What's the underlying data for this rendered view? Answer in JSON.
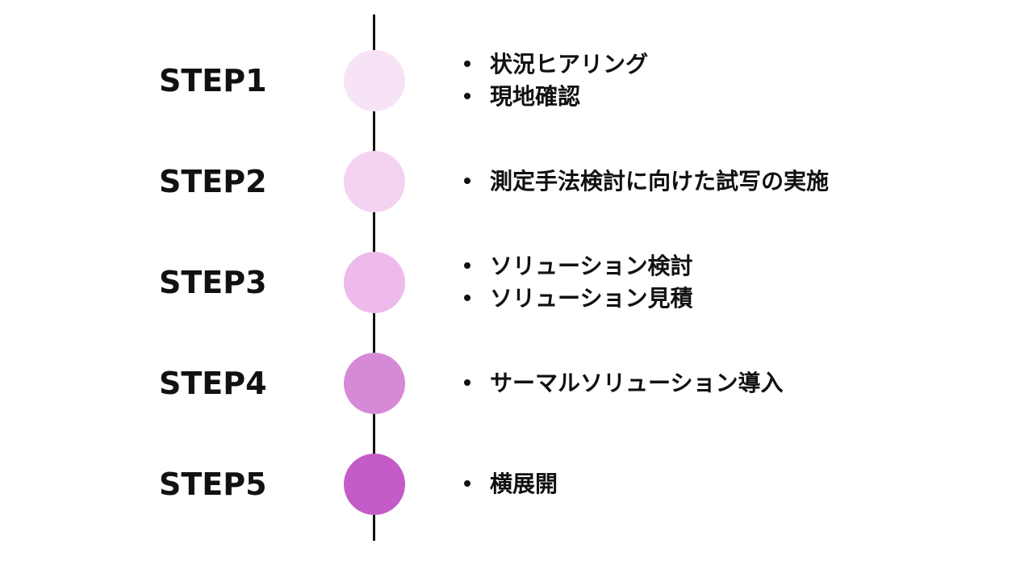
{
  "steps": [
    {
      "label": "STEP1",
      "color": "#f7e3f6",
      "items": [
        "状況ヒアリング",
        "現地確認"
      ]
    },
    {
      "label": "STEP2",
      "color": "#f3d2f2",
      "items": [
        "測定手法検討に向けた試写の実施"
      ]
    },
    {
      "label": "STEP3",
      "color": "#eebaec",
      "items": [
        "ソリューション検討",
        "ソリューション見積"
      ]
    },
    {
      "label": "STEP4",
      "color": "#d68ad6",
      "items": [
        "サーマルソリューション導入"
      ]
    },
    {
      "label": "STEP5",
      "color": "#c35cc6",
      "items": [
        "横展開"
      ]
    }
  ]
}
